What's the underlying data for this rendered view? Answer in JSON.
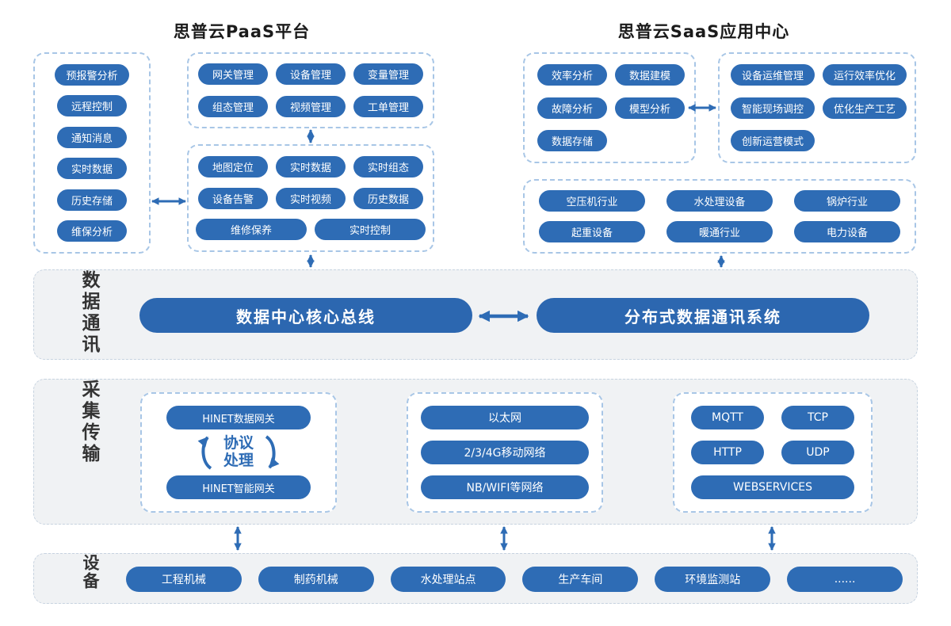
{
  "header": {
    "paas_title": "思普云PaaS平台",
    "saas_title": "思普云SaaS应用中心"
  },
  "paas": {
    "app_items": [
      "预报警分析",
      "远程控制",
      "通知消息",
      "实时数据",
      "历史存储",
      "维保分析"
    ],
    "mgmt_items": [
      "网关管理",
      "设备管理",
      "变量管理",
      "组态管理",
      "视频管理",
      "工单管理"
    ],
    "realtime_items": [
      "地图定位",
      "实时数据",
      "实时组态",
      "设备告警",
      "实时视频",
      "历史数据",
      "维修保养",
      "实时控制"
    ]
  },
  "saas": {
    "analysis_items": [
      "效率分析",
      "数据建模",
      "故障分析",
      "模型分析",
      "数据存储"
    ],
    "optimize_items": [
      "设备运维管理",
      "运行效率优化",
      "智能现场调控",
      "优化生产工艺",
      "创新运营模式"
    ],
    "industry_items": [
      "空压机行业",
      "水处理设备",
      "锅炉行业",
      "起重设备",
      "暖通行业",
      "电力设备"
    ]
  },
  "data_comm": {
    "label": "数据通讯",
    "bus_left": "数据中心核心总线",
    "bus_right": "分布式数据通讯系统"
  },
  "collect": {
    "label": "采集传输",
    "gateway_top": "HINET数据网关",
    "gateway_middle": "协议处理",
    "gateway_bottom": "HINET智能网关",
    "network_items": [
      "以太网",
      "2/3/4G移动网络",
      "NB/WIFI等网络"
    ],
    "protocol_items": [
      "MQTT",
      "TCP",
      "HTTP",
      "UDP",
      "WEBSERVICES"
    ]
  },
  "devices": {
    "label": "设备",
    "items": [
      "工程机械",
      "制药机械",
      "水处理站点",
      "生产车间",
      "环境监测站",
      "......"
    ]
  },
  "colors": {
    "pill_blue": "#2e6cb5",
    "bus_blue": "#2c67b0",
    "dashed_border": "#a8c6e6",
    "band_bg": "#f0f2f4"
  }
}
